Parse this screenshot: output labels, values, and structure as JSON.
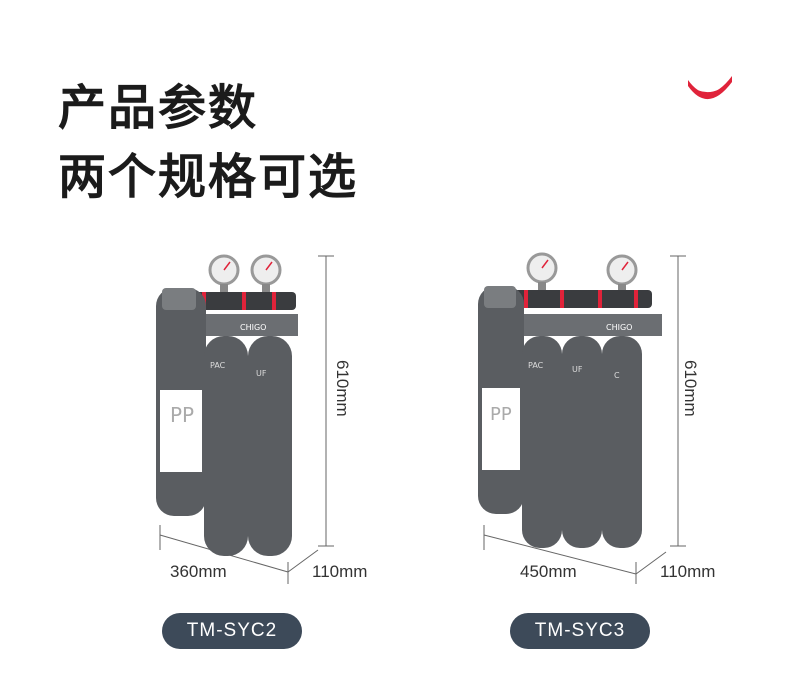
{
  "heading": {
    "line1": "产品参数",
    "line2": "两个规格可选"
  },
  "colors": {
    "accent": "#e0233a",
    "pill_bg": "#3d4a59",
    "housing": "#5a5d61"
  },
  "products": [
    {
      "model": "TM-SYC2",
      "width": "360mm",
      "depth": "110mm",
      "height": "610mm",
      "brand": "CHIGO",
      "cartridges": [
        "PP",
        "PAC",
        "UF"
      ]
    },
    {
      "model": "TM-SYC3",
      "width": "450mm",
      "depth": "110mm",
      "height": "610mm",
      "brand": "CHIGO",
      "cartridges": [
        "PP",
        "PAC",
        "UF",
        "C"
      ]
    }
  ]
}
